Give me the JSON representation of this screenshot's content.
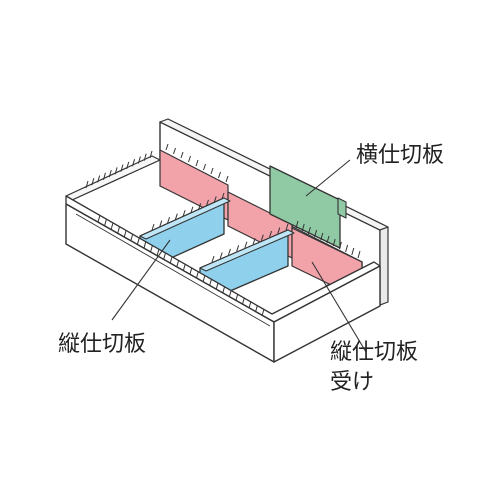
{
  "diagram": {
    "labels": {
      "horizontal_divider": "横仕切板",
      "vertical_divider": "縦仕切板",
      "vertical_divider_holder_line1": "縦仕切板",
      "vertical_divider_holder_line2": "受け"
    },
    "colors": {
      "outline": "#333333",
      "drawer_fill": "#ffffff",
      "drawer_shade": "#f2f2f2",
      "pink_panel": "#f2a3aa",
      "blue_panel": "#8fd1ec",
      "green_panel": "#8fcaa4"
    }
  }
}
